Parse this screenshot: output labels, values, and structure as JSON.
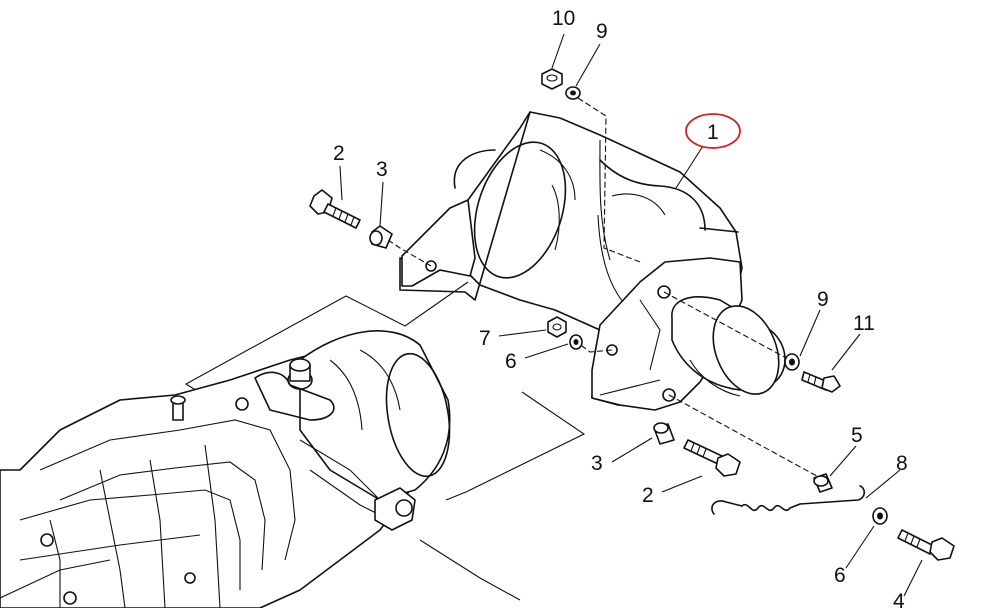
{
  "callouts": {
    "c10": "10",
    "c9_top": "9",
    "c1": "1",
    "c2_left": "2",
    "c3_left": "3",
    "c7": "7",
    "c6_mid": "6",
    "c9_right": "9",
    "c11": "11",
    "c5": "5",
    "c3_right": "3",
    "c8": "8",
    "c2_right": "2",
    "c6_bottom": "6",
    "c4": "4"
  },
  "colors": {
    "ink": "#111111",
    "highlight_circle": "#d42020",
    "background": "#ffffff"
  }
}
